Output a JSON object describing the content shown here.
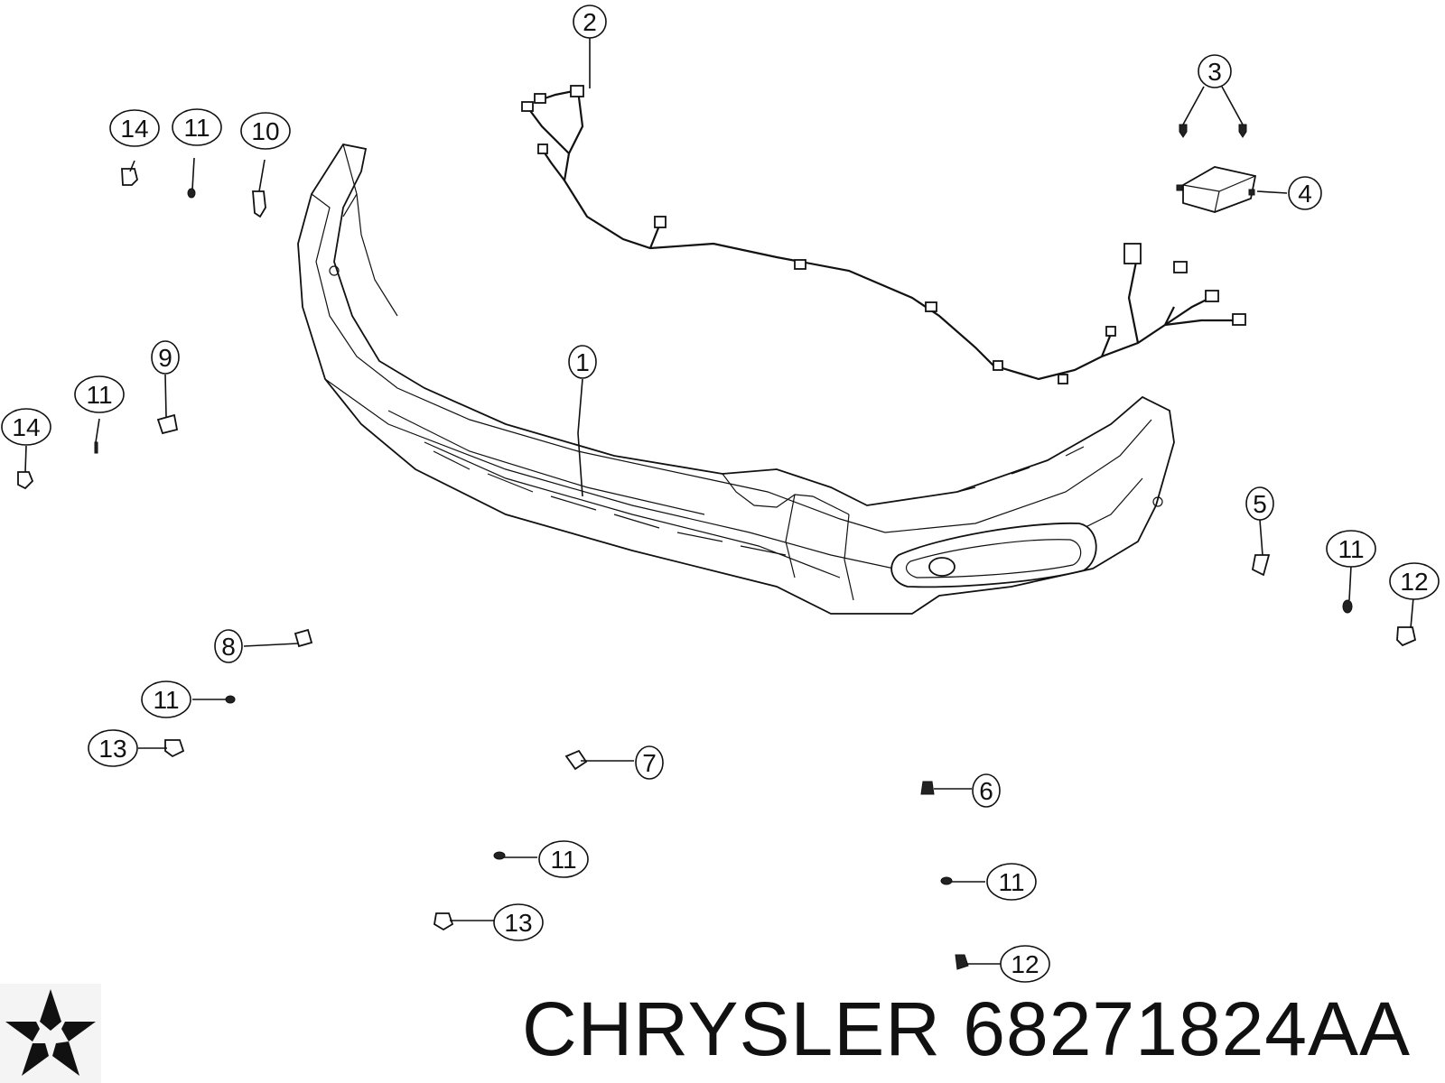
{
  "brand": {
    "name": "CHRYSLER",
    "part_number": "68271824AA"
  },
  "callouts": [
    {
      "label": "2"
    },
    {
      "label": "3"
    },
    {
      "label": "4"
    },
    {
      "label": "14"
    },
    {
      "label": "11"
    },
    {
      "label": "10"
    },
    {
      "label": "9"
    },
    {
      "label": "11"
    },
    {
      "label": "14"
    },
    {
      "label": "1"
    },
    {
      "label": "5"
    },
    {
      "label": "11"
    },
    {
      "label": "12"
    },
    {
      "label": "8"
    },
    {
      "label": "11"
    },
    {
      "label": "13"
    },
    {
      "label": "7"
    },
    {
      "label": "6"
    },
    {
      "label": "11"
    },
    {
      "label": "11"
    },
    {
      "label": "13"
    },
    {
      "label": "12"
    }
  ],
  "colors": {
    "line": "#111111",
    "background": "#ffffff"
  }
}
